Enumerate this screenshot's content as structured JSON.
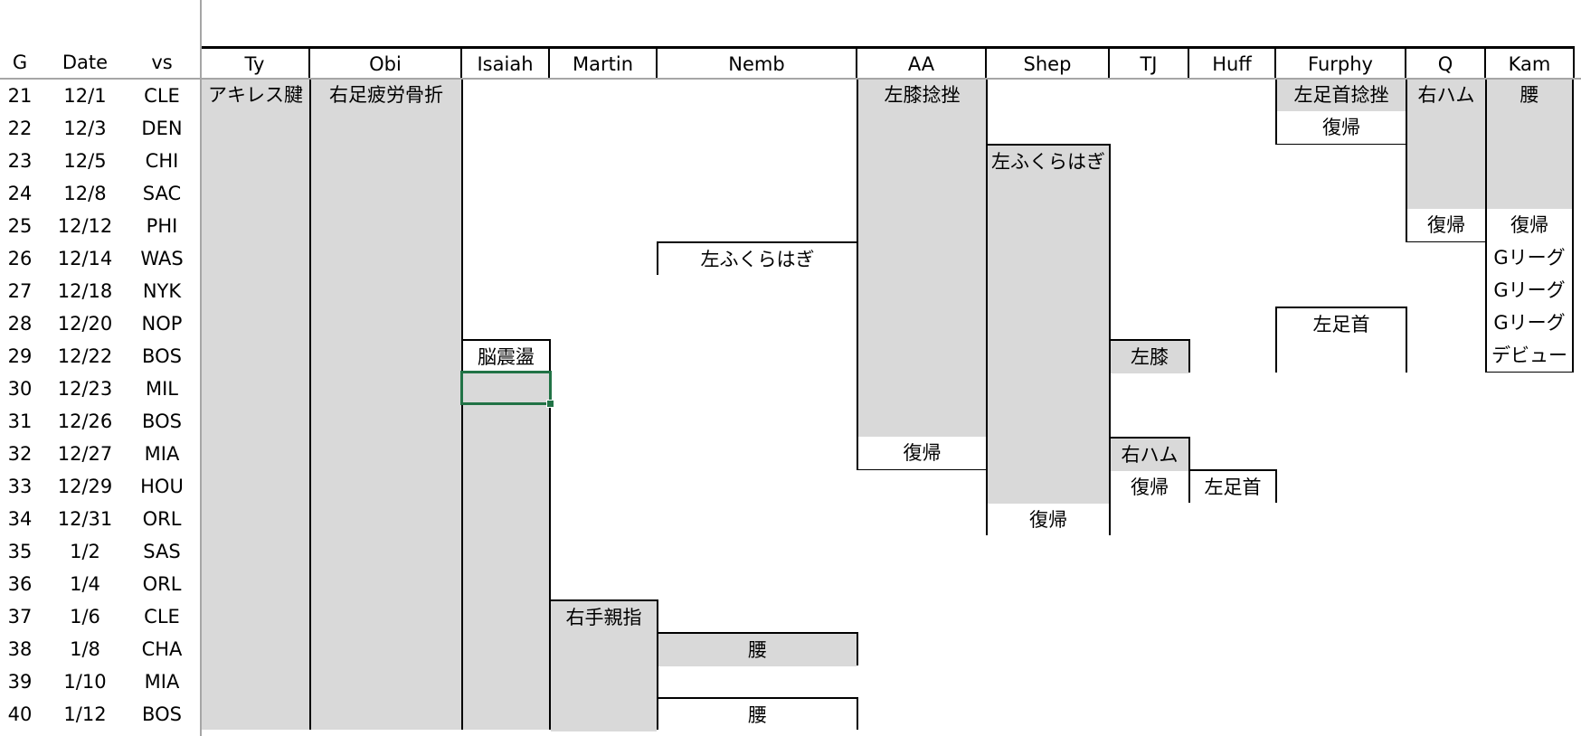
{
  "left_headers": {
    "g": "G",
    "date": "Date",
    "vs": "vs"
  },
  "columns": [
    "Ty",
    "Obi",
    "Isaiah",
    "Martin",
    "Nemb",
    "AA",
    "Shep",
    "TJ",
    "Huff",
    "Furphy",
    "Q",
    "Kam"
  ],
  "games": [
    {
      "g": "21",
      "date": "12/1",
      "vs": "CLE"
    },
    {
      "g": "22",
      "date": "12/3",
      "vs": "DEN"
    },
    {
      "g": "23",
      "date": "12/5",
      "vs": "CHI"
    },
    {
      "g": "24",
      "date": "12/8",
      "vs": "SAC"
    },
    {
      "g": "25",
      "date": "12/12",
      "vs": "PHI"
    },
    {
      "g": "26",
      "date": "12/14",
      "vs": "WAS"
    },
    {
      "g": "27",
      "date": "12/18",
      "vs": "NYK"
    },
    {
      "g": "28",
      "date": "12/20",
      "vs": "NOP"
    },
    {
      "g": "29",
      "date": "12/22",
      "vs": "BOS"
    },
    {
      "g": "30",
      "date": "12/23",
      "vs": "MIL"
    },
    {
      "g": "31",
      "date": "12/26",
      "vs": "BOS"
    },
    {
      "g": "32",
      "date": "12/27",
      "vs": "MIA"
    },
    {
      "g": "33",
      "date": "12/29",
      "vs": "HOU"
    },
    {
      "g": "34",
      "date": "12/31",
      "vs": "ORL"
    },
    {
      "g": "35",
      "date": "1/2",
      "vs": "SAS"
    },
    {
      "g": "36",
      "date": "1/4",
      "vs": "ORL"
    },
    {
      "g": "37",
      "date": "1/6",
      "vs": "CLE"
    },
    {
      "g": "38",
      "date": "1/8",
      "vs": "CHA"
    },
    {
      "g": "39",
      "date": "1/10",
      "vs": "MIA"
    },
    {
      "g": "40",
      "date": "1/12",
      "vs": "BOS"
    }
  ],
  "blocks": [
    {
      "player": "Ty",
      "from": 21,
      "to": 40,
      "open_bottom": true,
      "notop": true,
      "cells": [
        {
          "from": 21,
          "to": 40,
          "fill": "gray",
          "text": "アキレス腱"
        }
      ]
    },
    {
      "player": "Obi",
      "from": 21,
      "to": 40,
      "open_bottom": true,
      "notop": true,
      "cells": [
        {
          "from": 21,
          "to": 40,
          "fill": "gray",
          "text": "右足疲労骨折"
        }
      ]
    },
    {
      "player": "Isaiah",
      "from": 29,
      "to": 29,
      "cells": [
        {
          "from": 29,
          "to": 29,
          "fill": "white",
          "text": "脳震盪"
        }
      ]
    },
    {
      "player": "Isaiah",
      "from": 30,
      "to": 40,
      "open_bottom": true,
      "notop": true,
      "cells": [
        {
          "from": 30,
          "to": 40,
          "fill": "gray",
          "text": ""
        }
      ]
    },
    {
      "player": "Martin",
      "from": 37,
      "to": 40,
      "open_bottom": true,
      "cells": [
        {
          "from": 37,
          "to": 40,
          "fill": "gray",
          "text": "右手親指"
        }
      ]
    },
    {
      "player": "Nemb",
      "from": 26,
      "to": 26,
      "cells": [
        {
          "from": 26,
          "to": 26,
          "fill": "white",
          "text": "左ふくらはぎ"
        }
      ]
    },
    {
      "player": "Nemb",
      "from": 38,
      "to": 38,
      "cells": [
        {
          "from": 38,
          "to": 38,
          "fill": "gray",
          "text": "腰"
        }
      ]
    },
    {
      "player": "Nemb",
      "from": 40,
      "to": 40,
      "open_bottom": true,
      "cells": [
        {
          "from": 40,
          "to": 40,
          "fill": "white",
          "text": "腰"
        }
      ]
    },
    {
      "player": "AA",
      "from": 21,
      "to": 32,
      "notop": true,
      "cells": [
        {
          "from": 21,
          "to": 31,
          "fill": "gray",
          "text": "左膝捻挫"
        },
        {
          "from": 32,
          "to": 32,
          "fill": "white",
          "text": "復帰"
        }
      ]
    },
    {
      "player": "Shep",
      "from": 23,
      "to": 34,
      "cells": [
        {
          "from": 23,
          "to": 33,
          "fill": "gray",
          "text": "左ふくらはぎ"
        },
        {
          "from": 34,
          "to": 34,
          "fill": "white",
          "text": "復帰"
        }
      ]
    },
    {
      "player": "TJ",
      "from": 29,
      "to": 29,
      "cells": [
        {
          "from": 29,
          "to": 29,
          "fill": "gray",
          "text": "左膝"
        }
      ]
    },
    {
      "player": "TJ",
      "from": 32,
      "to": 33,
      "cells": [
        {
          "from": 32,
          "to": 32,
          "fill": "gray",
          "text": "右ハム"
        },
        {
          "from": 33,
          "to": 33,
          "fill": "white",
          "text": "復帰"
        }
      ]
    },
    {
      "player": "Huff",
      "from": 33,
      "to": 33,
      "cells": [
        {
          "from": 33,
          "to": 33,
          "fill": "white",
          "text": "左足首"
        }
      ]
    },
    {
      "player": "Furphy",
      "from": 21,
      "to": 22,
      "notop": true,
      "cells": [
        {
          "from": 21,
          "to": 21,
          "fill": "gray",
          "text": "左足首捻挫"
        },
        {
          "from": 22,
          "to": 22,
          "fill": "white",
          "text": "復帰"
        }
      ]
    },
    {
      "player": "Furphy",
      "from": 28,
      "to": 29,
      "cells": [
        {
          "from": 28,
          "to": 28,
          "fill": "white",
          "text": "左足首"
        },
        {
          "from": 29,
          "to": 29,
          "fill": "white",
          "text": ""
        }
      ]
    },
    {
      "player": "Q",
      "from": 21,
      "to": 25,
      "notop": true,
      "cells": [
        {
          "from": 21,
          "to": 24,
          "fill": "gray",
          "text": "右ハム"
        },
        {
          "from": 25,
          "to": 25,
          "fill": "white",
          "text": "復帰"
        }
      ]
    },
    {
      "player": "Kam",
      "from": 21,
      "to": 25,
      "notop": true,
      "cells": [
        {
          "from": 21,
          "to": 24,
          "fill": "gray",
          "text": "腰"
        },
        {
          "from": 25,
          "to": 25,
          "fill": "white",
          "text": "復帰"
        }
      ]
    },
    {
      "player": "Kam",
      "from": 26,
      "to": 28,
      "notop": true,
      "cells": [
        {
          "from": 26,
          "to": 26,
          "fill": "white",
          "text": "Gリーグ"
        },
        {
          "from": 27,
          "to": 27,
          "fill": "white",
          "text": "Gリーグ"
        },
        {
          "from": 28,
          "to": 28,
          "fill": "white",
          "text": "Gリーグ"
        }
      ]
    },
    {
      "player": "Kam",
      "from": 29,
      "to": 29,
      "notop": true,
      "cells": [
        {
          "from": 29,
          "to": 29,
          "fill": "white",
          "text": "デビュー"
        }
      ]
    }
  ],
  "selected_cell": {
    "player": "Isaiah",
    "game": 30
  },
  "colors": {
    "gray": "#d9d9d9",
    "selection": "#217346"
  }
}
